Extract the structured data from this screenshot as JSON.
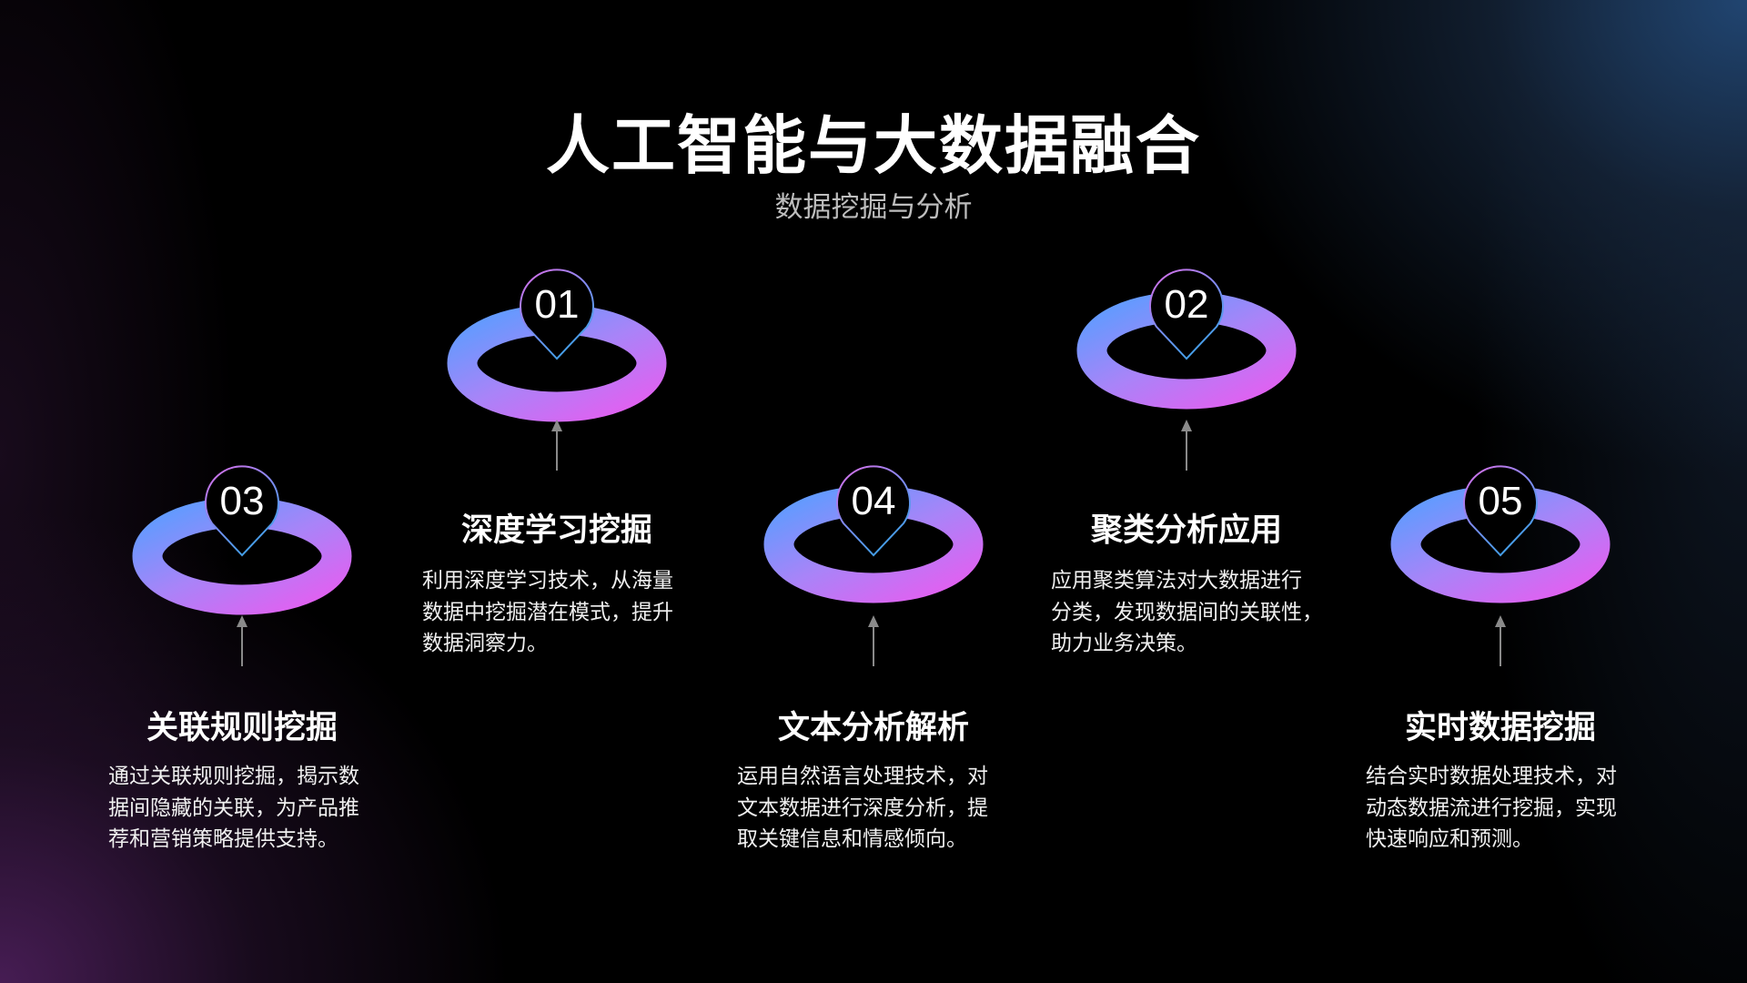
{
  "slide": {
    "title": "人工智能与大数据融合",
    "subtitle": "数据挖掘与分析",
    "colors": {
      "background": "#000000",
      "ring_gradient_start": "#5b9cff",
      "ring_gradient_end": "#e060f0",
      "pin_stroke_top": "#d86ce8",
      "pin_stroke_bottom": "#4aa0e8",
      "arrow": "#8a8a8a",
      "subtitle_text": "#bdbdbd"
    }
  },
  "items": [
    {
      "number": "01",
      "title": "深度学习挖掘",
      "desc_lines": [
        "利用深度学习技术，从海量",
        "数据中挖掘潜在模式，提升",
        "数据洞察力。"
      ]
    },
    {
      "number": "02",
      "title": "聚类分析应用",
      "desc_lines": [
        "应用聚类算法对大数据进行",
        "分类，发现数据间的关联性，",
        "助力业务决策。"
      ]
    },
    {
      "number": "03",
      "title": "关联规则挖掘",
      "desc_lines": [
        "通过关联规则挖掘，揭示数",
        "据间隐藏的关联，为产品推",
        "荐和营销策略提供支持。"
      ]
    },
    {
      "number": "04",
      "title": "文本分析解析",
      "desc_lines": [
        "运用自然语言处理技术，对",
        "文本数据进行深度分析，提",
        "取关键信息和情感倾向。"
      ]
    },
    {
      "number": "05",
      "title": "实时数据挖掘",
      "desc_lines": [
        "结合实时数据处理技术，对",
        "动态数据流进行挖掘，实现",
        "快速响应和预测。"
      ]
    }
  ]
}
